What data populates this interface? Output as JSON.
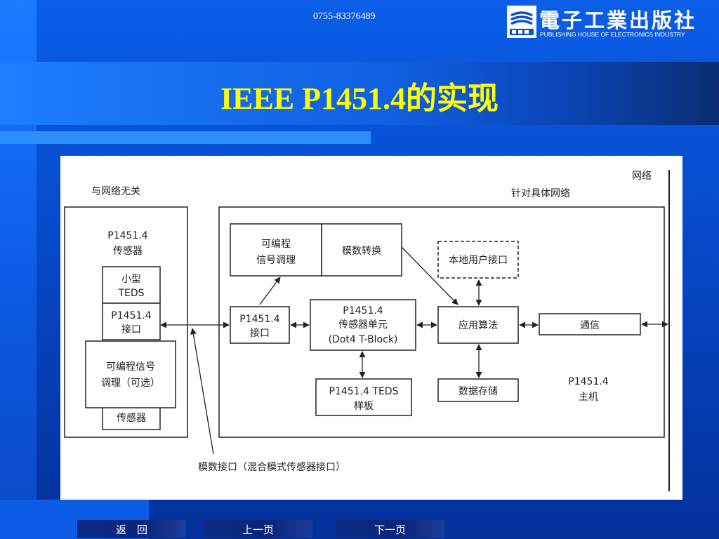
{
  "header": {
    "phone": "0755-83376489",
    "publisher_name": "電子工業出版社",
    "publisher_subtitle": "PUBLISHING HOUSE OF ELECTRONICS INDUSTRY"
  },
  "title": "IEEE P1451.4的实现",
  "diagram": {
    "network_independent": "与网络无关",
    "network_label": "网络",
    "specific_network": "针对具体网络",
    "sensor_title_1": "P1451.4",
    "sensor_title_2": "传感器",
    "mini_teds_1": "小型",
    "mini_teds_2": "TEDS",
    "interface_left_1": "P1451.4",
    "interface_left_2": "接口",
    "prog_cond_1": "可编程信号",
    "prog_cond_2": "调理（可选）",
    "sensor_bottom": "传感器",
    "prog_sig_1": "可编程",
    "prog_sig_2": "信号调理",
    "adc": "模数转换",
    "local_ui": "本地用户接口",
    "interface_mid_1": "P1451.4",
    "interface_mid_2": "接口",
    "sensor_unit_1": "P1451.4",
    "sensor_unit_2": "传感器单元",
    "sensor_unit_3": "(Dot4 T-Block)",
    "app_algo": "应用算法",
    "comm": "通信",
    "teds_template_1": "P1451.4 TEDS",
    "teds_template_2": "样板",
    "data_storage": "数据存储",
    "host_1": "P1451.4",
    "host_2": "主机",
    "mixed_interface": "模数接口（混合模式传感器接口）"
  },
  "nav": {
    "back": "返　回",
    "prev": "上一页",
    "next": "下一页"
  }
}
